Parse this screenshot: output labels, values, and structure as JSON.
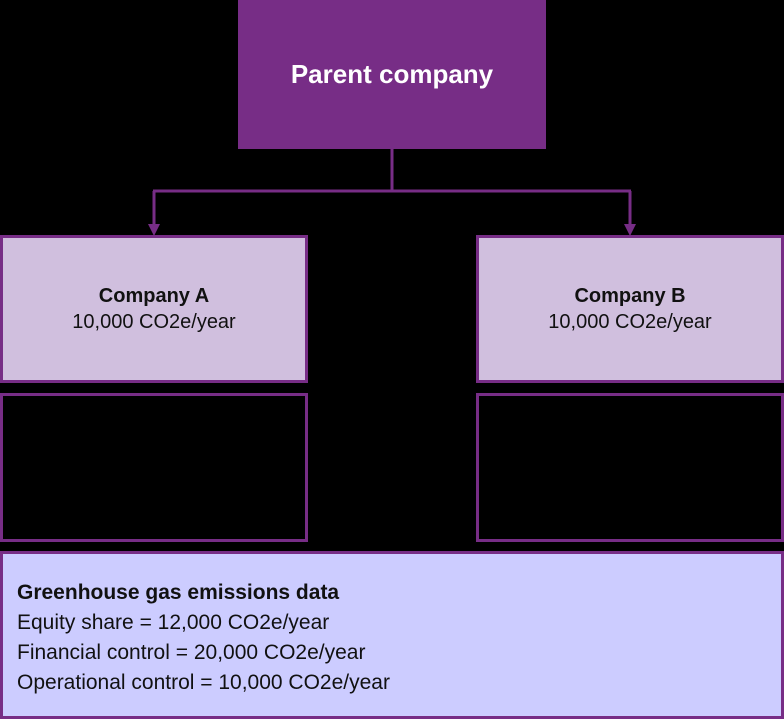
{
  "colors": {
    "accent_purple": "#772D86",
    "company_fill": "#D0BFDE",
    "summary_fill": "#CCCCFF",
    "background": "#000000"
  },
  "parent": {
    "label": "Parent company"
  },
  "companies": [
    {
      "name": "Company A",
      "emissions": "10,000 CO2e/year"
    },
    {
      "name": "Company B",
      "emissions": "10,000 CO2e/year"
    }
  ],
  "summary": {
    "title": "Greenhouse gas emissions data",
    "lines": [
      "Equity share = 12,000 CO2e/year",
      "Financial control = 20,000 CO2e/year",
      "Operational control = 10,000 CO2e/year"
    ]
  }
}
